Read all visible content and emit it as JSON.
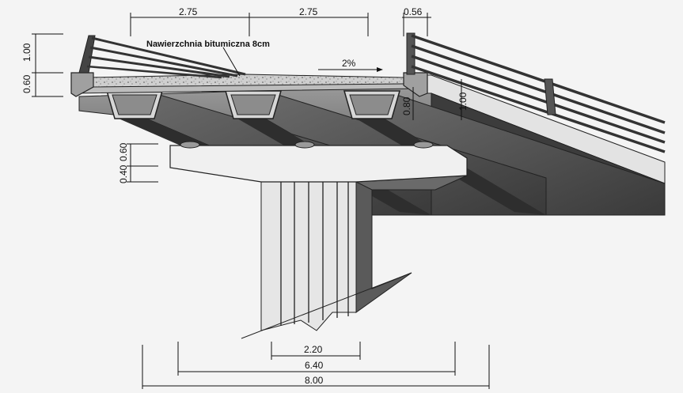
{
  "drawing": {
    "surface_label": "Nawierzchnia bitumiczna 8cm",
    "slope": "2%",
    "dims": {
      "lane_left": "2.75",
      "lane_right": "2.75",
      "cornice": "0.56",
      "railing_height": "1.00",
      "curb_height": "0.60",
      "cap_upper": "0.60",
      "cap_lower": "0.40",
      "girder_depth": "0.80",
      "edge_height": "1.00",
      "pier_width": "2.20",
      "cap_width": "6.40",
      "deck_width": "8.00"
    },
    "colors": {
      "background": "#f4f4f4",
      "concrete_dark": "#4a4a4a",
      "concrete_mid": "#8a8a8a",
      "concrete_light": "#d8d8d8",
      "line": "#111111"
    }
  }
}
